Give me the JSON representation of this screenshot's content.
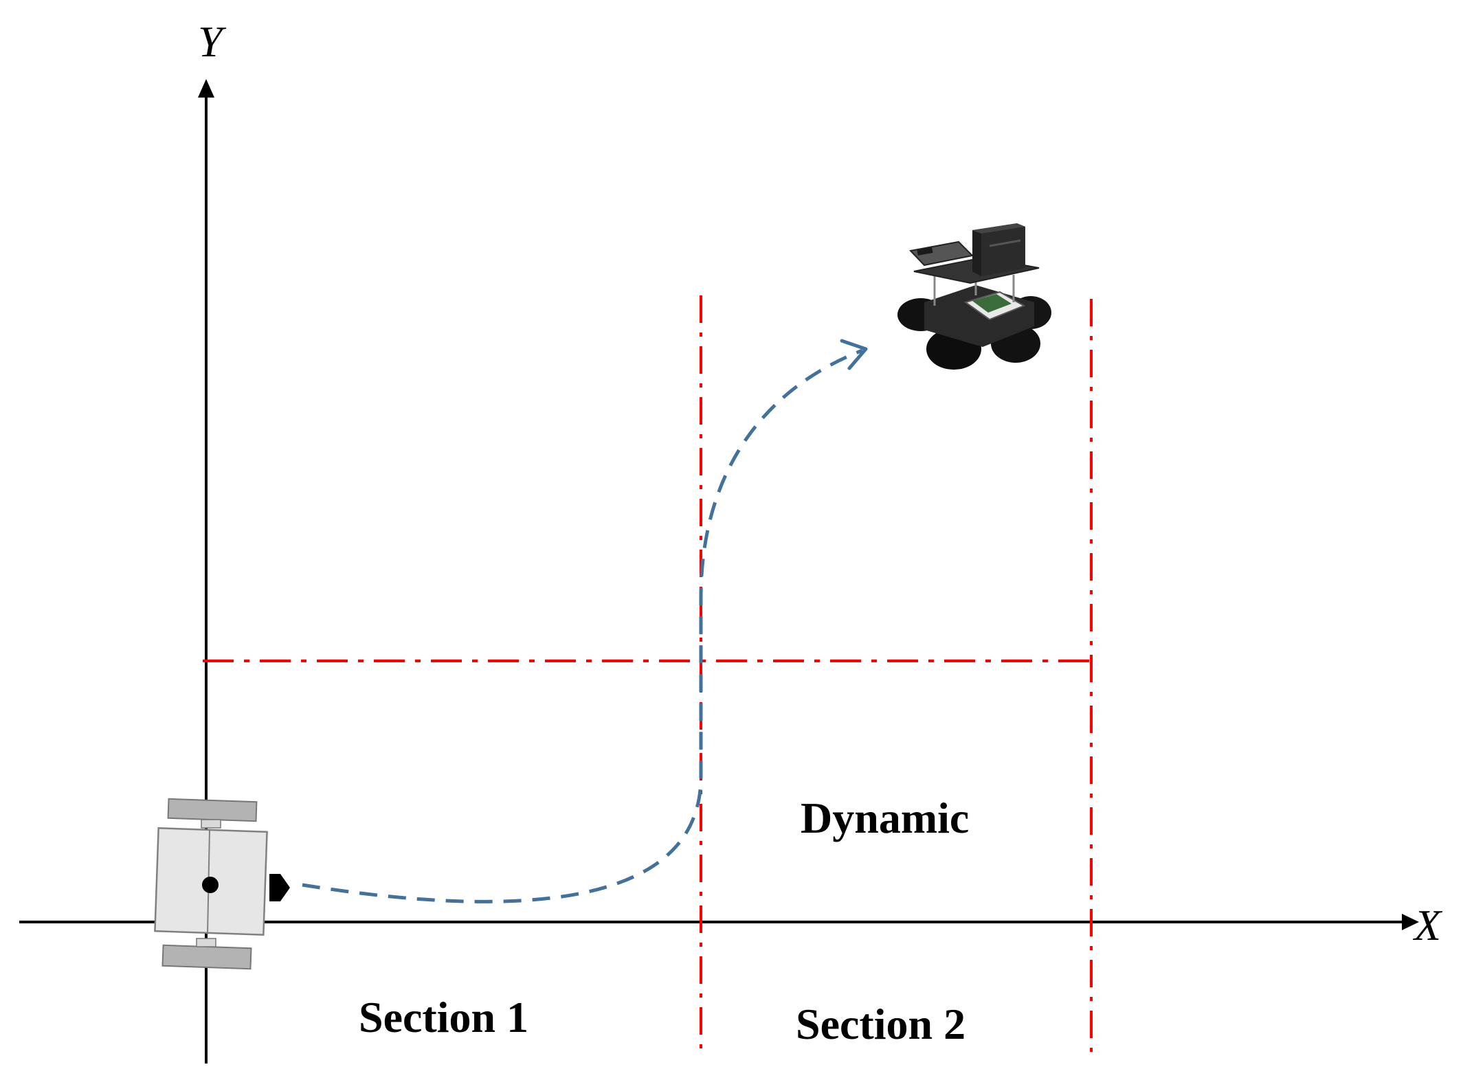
{
  "axes": {
    "x_label": "X",
    "y_label": "Y"
  },
  "regions": {
    "section1_label": "Section 1",
    "section2_label": "Section 2",
    "dynamic_label": "Dynamic"
  },
  "colors": {
    "axis": "#000000",
    "boundary": "#ff0000",
    "trajectory": "#41719c",
    "robot_body": "#e6e6e6",
    "robot_wheel": "#b3b3b3"
  },
  "icons": {
    "start_robot": "differential-drive-robot-top-view-icon",
    "goal_robot": "mobile-robot-photo-icon"
  }
}
